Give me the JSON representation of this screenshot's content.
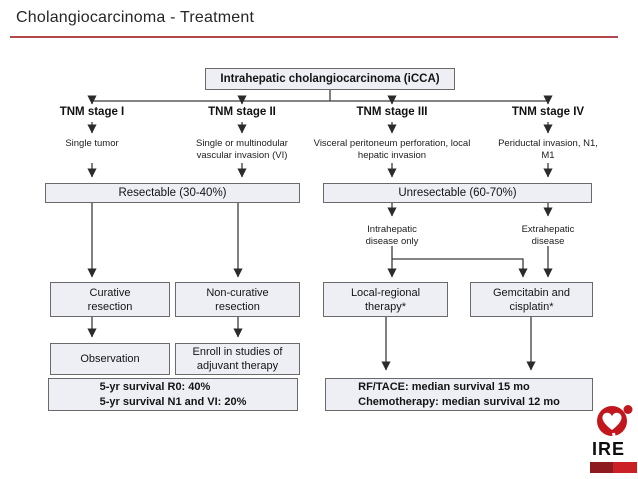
{
  "slide": {
    "title": "Cholangiocarcinoma - Treatment"
  },
  "colors": {
    "title_rule_red": "#b0484e",
    "box_fill": "#edeff5",
    "box_border": "#6a6a6a",
    "connector": "#3b3b3b",
    "logo_red": "#c2171d",
    "logo_bar_dark_red": "#8e1b20",
    "logo_bar_bright_red": "#cb2026"
  },
  "flowchart": {
    "root_label": "Intrahepatic cholangiocarcinoma (iCCA)",
    "stages": [
      {
        "label": "TNM stage I",
        "description": "Single tumor"
      },
      {
        "label": "TNM stage II",
        "description": "Single or multinodular vascular invasion (VI)"
      },
      {
        "label": "TNM stage III",
        "description": "Visceral peritoneum perforation, local hepatic invasion"
      },
      {
        "label": "TNM stage IV",
        "description": "Periductal invasion, N1, M1"
      }
    ],
    "resectable_label": "Resectable (30-40%)",
    "unresectable_label": "Unresectable (60-70%)",
    "intrahepatic_label": "Intrahepatic disease only",
    "extrahepatic_label": "Extrahepatic disease",
    "curative_label": "Curative resection",
    "non_curative_label": "Non-curative resection",
    "local_regional_label": "Local-regional therapy*",
    "gemcitabin_label": "Gemcitabin and cisplatin*",
    "observation_label": "Observation",
    "enroll_label": "Enroll in studies of adjuvant therapy",
    "surgical_outcome": {
      "line1": "5-yr survival R0: 40%",
      "line2": "5-yr survival N1 and VI: 20%"
    },
    "palliative_outcome": {
      "line1": "RF/TACE: median survival 15 mo",
      "line2": "Chemotherapy: median survival 12 mo"
    }
  },
  "logo": {
    "name": "IRE"
  }
}
